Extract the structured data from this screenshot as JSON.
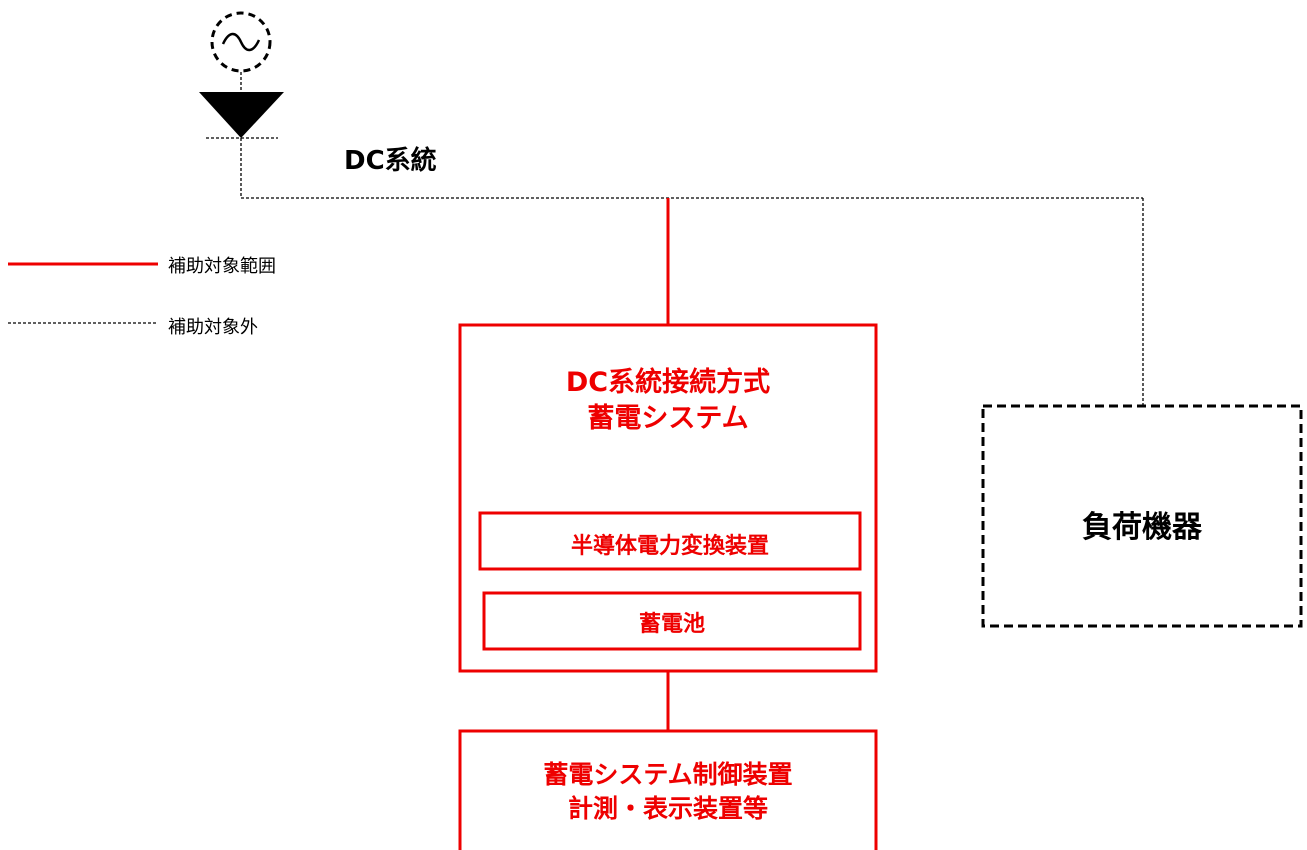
{
  "colors": {
    "subsidy_scope": "#ee0000",
    "out_of_scope": "#000000"
  },
  "grid": {
    "label": "DC系統",
    "source_icon": "ac-source-icon",
    "rectifier_icon": "rectifier-triangle-icon"
  },
  "legend": {
    "in_scope_label": "補助対象範囲",
    "out_of_scope_label": "補助対象外"
  },
  "storage_system": {
    "title_line1": "DC系統接続方式",
    "title_line2": "蓄電システム",
    "converter_label": "半導体電力変換装置",
    "battery_label": "蓄電池"
  },
  "load": {
    "label": "負荷機器"
  },
  "controller": {
    "title_line1": "蓄電システム制御装置",
    "title_line2": "計測・表示装置等"
  }
}
